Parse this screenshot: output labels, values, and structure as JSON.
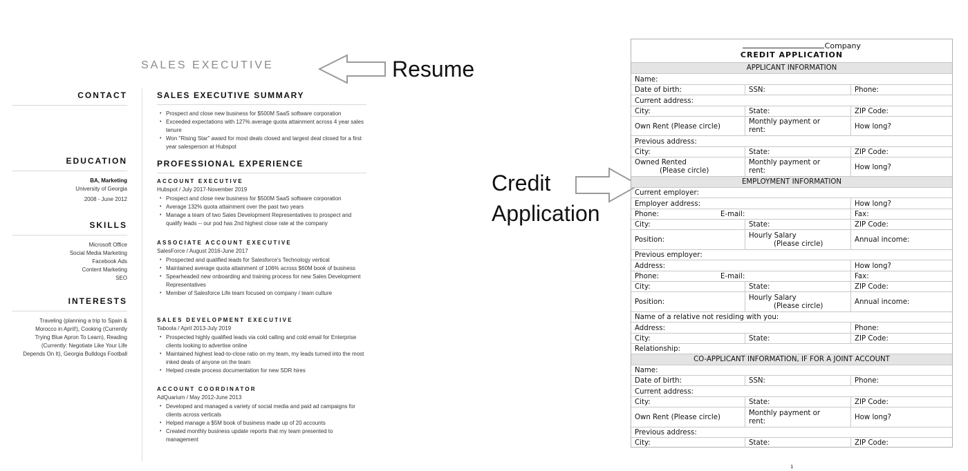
{
  "resume": {
    "title": "SALES EXECUTIVE",
    "contact": {
      "heading": "CONTACT"
    },
    "education": {
      "heading": "EDUCATION",
      "degree": "BA, Marketing",
      "school": "University of Georgia",
      "dates": "2008 - June 2012"
    },
    "skills": {
      "heading": "SKILLS",
      "items": [
        "Microsoft Office",
        "Social Media Marketing",
        "Facebook Ads",
        "Content Marketing",
        "SEO"
      ]
    },
    "interests": {
      "heading": "INTERESTS",
      "lines": [
        "Traveling (planning a trip to Spain &",
        "Morocco in April!), Cooking (Currently",
        "Trying Blue Apron To Learn), Reading",
        "(Currently: Negotiate Like Your Life",
        "Depends On It), Georgia Bulldogs Football"
      ]
    },
    "summary": {
      "heading": "SALES EXECUTIVE SUMMARY",
      "bullets": [
        "Prospect and close new business for $500M SaaS software corporation",
        "Exceeded expectations with 127% average quota attainment across 4 year sales tenure",
        "Won \"Rising Star\" award for most deals closed and largest deal closed for a first year salesperson at Hubspot"
      ]
    },
    "experience": {
      "heading": "PROFESSIONAL EXPERIENCE",
      "jobs": [
        {
          "title": "ACCOUNT EXECUTIVE",
          "sub": "Hubspot / July 2017-November 2019",
          "bullets": [
            "Prospect and close new business for $500M SaaS software corporation",
            "Average 132% quota attainment over the past two years",
            "Manage a team of two Sales Development Representatives to prospect and qualify leads -- our pod has 2nd highest close rate at the company"
          ]
        },
        {
          "title": "ASSOCIATE ACCOUNT EXECUTIVE",
          "sub": "SalesForce / August 2016-June 2017",
          "bullets": [
            "Prospected and qualified leads for Salesforce's Technology vertical",
            "Maintained average quota attainment of 106% across $60M book of business",
            "Spearheaded new onboarding and training process for new Sales Development Representatives",
            "Member of Salesforce Life team focused on company / team culture"
          ]
        },
        {
          "title": "SALES DEVELOPMENT EXECUTIVE",
          "sub": "Taboola / April 2013-July 2019",
          "bullets": [
            "Prospected highly qualified leads via cold calling and cold email for Enterprise clients looking to advertise online",
            "Maintained highest lead-to-close ratio on my team, my leads turned into the most inked deals of anyone on the team",
            "Helped create process documentation for new SDR hires"
          ]
        },
        {
          "title": "ACCOUNT COORDINATOR",
          "sub": "AdQuarium / May 2012-June 2013",
          "bullets": [
            "Developed and managed a variety of social media and paid ad campaigns for clients across verticals",
            "Helped manage a $5M book of business made up of 20 accounts",
            "Created monthly business update reports that my team presented to management"
          ]
        }
      ]
    }
  },
  "labels": {
    "resume": "Resume",
    "credit_line1": "Credit",
    "credit_line2": "Application"
  },
  "form": {
    "company_label": "Company",
    "title": "CREDIT APPLICATION",
    "sections": {
      "applicant": "APPLICANT INFORMATION",
      "employment": "EMPLOYMENT INFORMATION",
      "coapplicant": "CO-APPLICANT INFORMATION, IF FOR A JOINT ACCOUNT"
    },
    "fields": {
      "name": "Name:",
      "dob": "Date of birth:",
      "ssn": "SSN:",
      "phone": "Phone:",
      "current_address": "Current address:",
      "city": "City:",
      "state": "State:",
      "zip": "ZIP Code:",
      "own_rent": "Own   Rent   (Please circle)",
      "monthly_payment": "Monthly payment or",
      "rent": "rent:",
      "how_long": "How long?",
      "previous_address": "Previous address:",
      "owned_rented": "Owned          Rented",
      "please_circle": "(Please circle)",
      "current_employer": "Current employer:",
      "employer_address": "Employer address:",
      "email": "E-mail:",
      "fax": "Fax:",
      "position": "Position:",
      "hourly_salary": "Hourly          Salary",
      "annual_income": "Annual income:",
      "previous_employer": "Previous employer:",
      "address": "Address:",
      "relative": "Name of a relative not residing with you:",
      "relationship": "Relationship:"
    },
    "page_number": "1"
  }
}
